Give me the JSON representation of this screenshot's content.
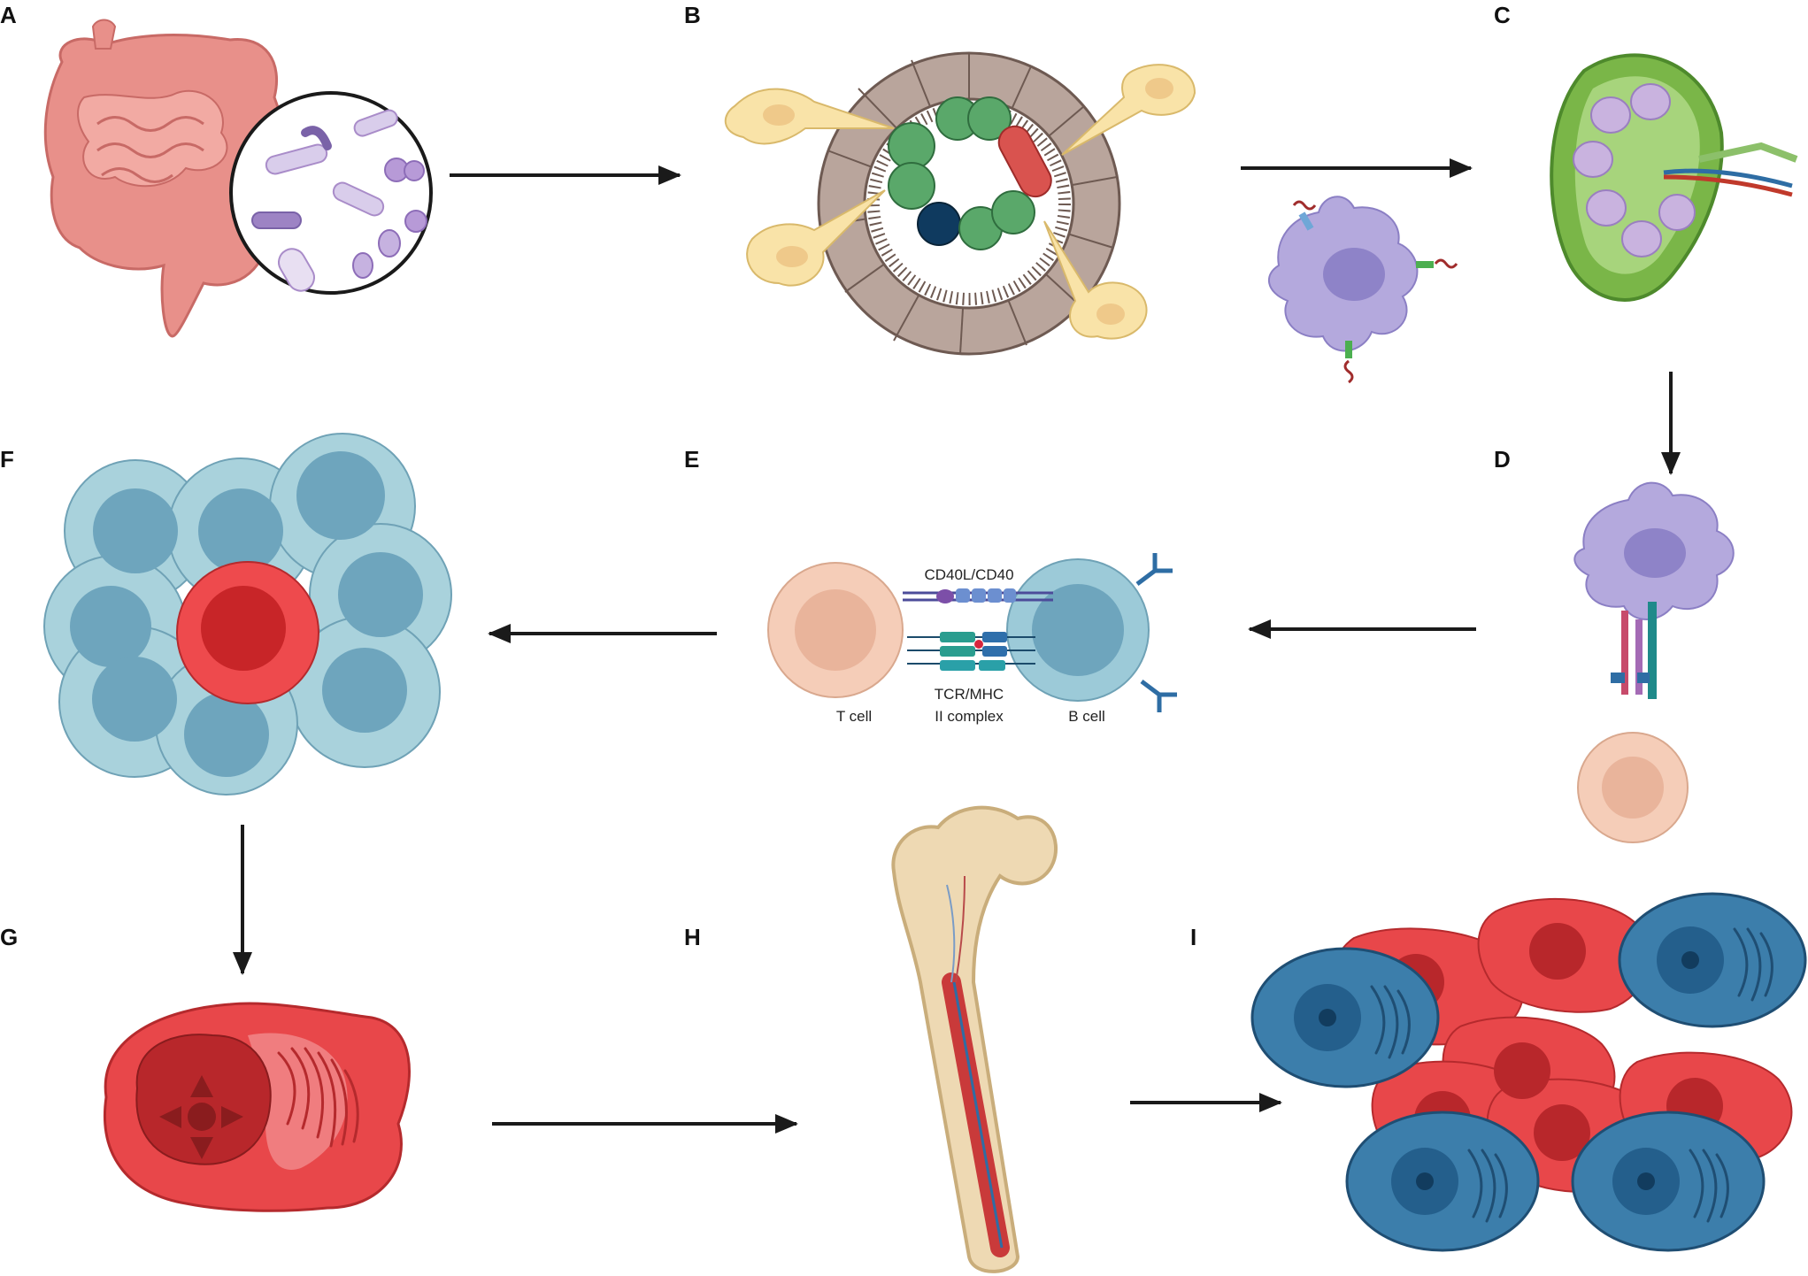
{
  "panels": {
    "a": "A",
    "b": "B",
    "c": "C",
    "d": "D",
    "e": "E",
    "f": "F",
    "g": "G",
    "h": "H",
    "i": "I"
  },
  "panel_e": {
    "cd40_label": "CD40L/CD40",
    "tcr_label_line1": "TCR/MHC",
    "tcr_label_line2": "II complex",
    "t_cell_label": "T cell",
    "b_cell_label": "B cell"
  },
  "colors": {
    "arrow": "#1a1a1a",
    "intestine": "#e8908a",
    "bacteria": "#a98cc9",
    "epithelium": "#b9a59c",
    "dendritic_cell": "#f9e3a8",
    "green_bacteria": "#5aa86a",
    "lymph_node": "#7ab648",
    "apc_purple": "#b4a9dd",
    "t_cell": "#f5cdb8",
    "b_cell": "#9ccad8",
    "plasma_red": "#e8474a",
    "plasma_blue": "#3c7eab",
    "bone": "#eed9b3",
    "marrow": "#c93a3a"
  }
}
